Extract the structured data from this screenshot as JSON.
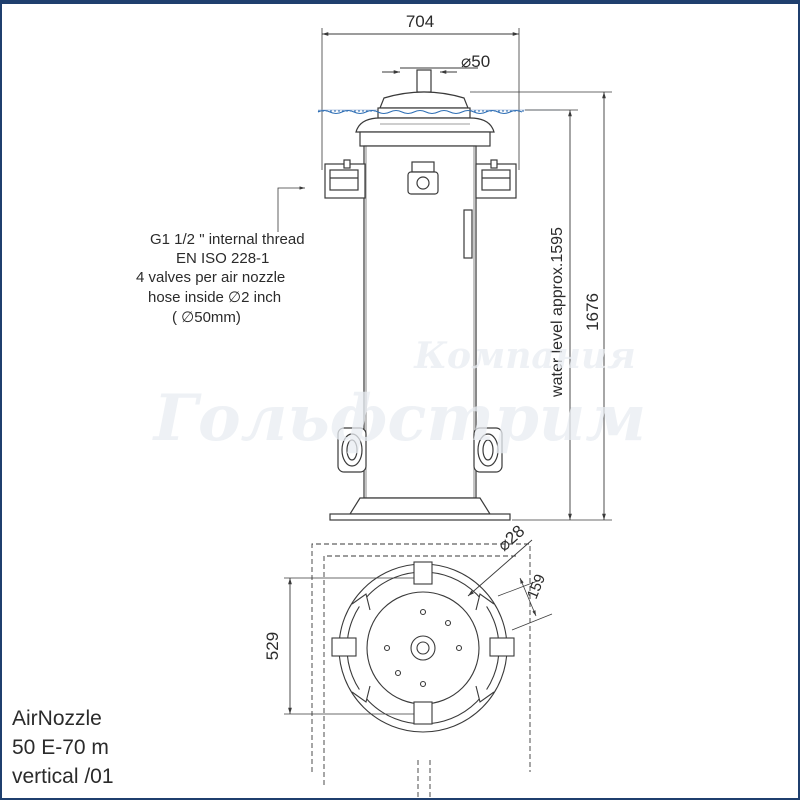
{
  "dimensions": {
    "width_top": "704",
    "nozzle_diameter": "⌀50",
    "height_total": "1676",
    "water_level": "water level approx.1595",
    "bottom_nozzle": "⌀28",
    "offset": "159",
    "base_depth": "529"
  },
  "callout": {
    "line1": "G1 1/2 \" internal thread",
    "line2": "EN ISO 228-1",
    "line3": "4 valves per air nozzle",
    "line4": "hose inside ∅2 inch",
    "line5": "( ∅50mm)"
  },
  "watermark": {
    "line1": "Компания",
    "line2": "Гольфстрим"
  },
  "product": {
    "name": "AirNozzle",
    "model": "50 E-70 m",
    "variant": "vertical /01"
  },
  "colors": {
    "line": "#3a3a3a",
    "water": "#2f6fb5",
    "frame": "#1f3f6e"
  }
}
